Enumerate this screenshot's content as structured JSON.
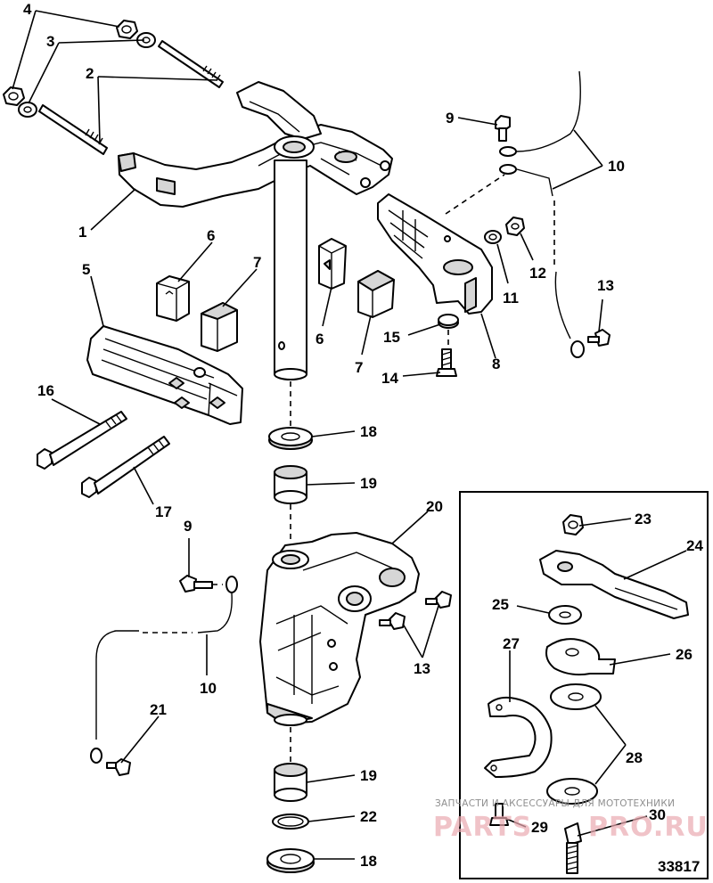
{
  "figure_number": "33817",
  "watermark": {
    "tagline": "ЗАПЧАСТИ И АКСЕССУАРЫ ДЛЯ МОТОТЕХНИКИ",
    "brand_left": "PARTS",
    "brand_right": "PRO.RU"
  },
  "callouts": [
    {
      "id": "c1",
      "label": "1"
    },
    {
      "id": "c2",
      "label": "2"
    },
    {
      "id": "c3",
      "label": "3"
    },
    {
      "id": "c4",
      "label": "4"
    },
    {
      "id": "c5",
      "label": "5"
    },
    {
      "id": "c6a",
      "label": "6"
    },
    {
      "id": "c6b",
      "label": "6"
    },
    {
      "id": "c7a",
      "label": "7"
    },
    {
      "id": "c7b",
      "label": "7"
    },
    {
      "id": "c8",
      "label": "8"
    },
    {
      "id": "c9a",
      "label": "9"
    },
    {
      "id": "c9b",
      "label": "9"
    },
    {
      "id": "c10a",
      "label": "10"
    },
    {
      "id": "c10b",
      "label": "10"
    },
    {
      "id": "c11",
      "label": "11"
    },
    {
      "id": "c12",
      "label": "12"
    },
    {
      "id": "c13a",
      "label": "13"
    },
    {
      "id": "c13b",
      "label": "13"
    },
    {
      "id": "c14",
      "label": "14"
    },
    {
      "id": "c15",
      "label": "15"
    },
    {
      "id": "c16",
      "label": "16"
    },
    {
      "id": "c17",
      "label": "17"
    },
    {
      "id": "c18a",
      "label": "18"
    },
    {
      "id": "c18b",
      "label": "18"
    },
    {
      "id": "c19a",
      "label": "19"
    },
    {
      "id": "c19b",
      "label": "19"
    },
    {
      "id": "c20",
      "label": "20"
    },
    {
      "id": "c21",
      "label": "21"
    },
    {
      "id": "c22",
      "label": "22"
    },
    {
      "id": "c23",
      "label": "23"
    },
    {
      "id": "c24",
      "label": "24"
    },
    {
      "id": "c25",
      "label": "25"
    },
    {
      "id": "c26",
      "label": "26"
    },
    {
      "id": "c27",
      "label": "27"
    },
    {
      "id": "c28",
      "label": "28"
    },
    {
      "id": "c29",
      "label": "29"
    },
    {
      "id": "c30",
      "label": "30"
    }
  ]
}
